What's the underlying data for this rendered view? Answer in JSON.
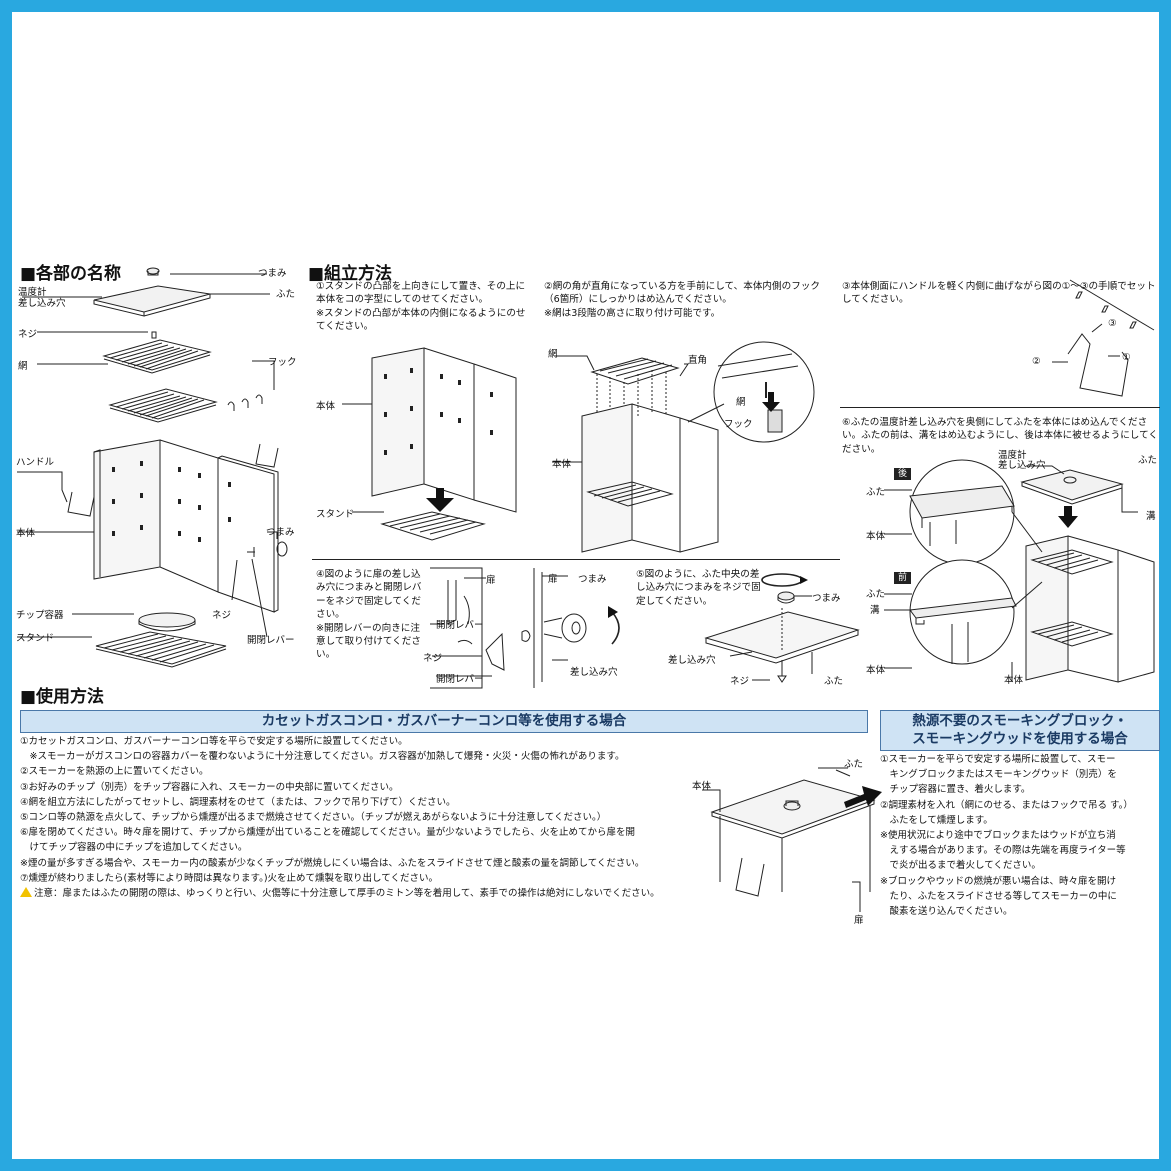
{
  "sections": {
    "parts": "■各部の名称",
    "assembly": "■組立方法",
    "usage": "■使用方法"
  },
  "parts_labels": {
    "knob_top": "つまみ",
    "lid": "ふた",
    "thermo_hole": "温度計\n差し込み穴",
    "screw_top": "ネジ",
    "net": "網",
    "hook": "フック",
    "handle": "ハンドル",
    "body": "本体",
    "knob_side": "つまみ",
    "chip_container": "チップ容器",
    "screw_bottom": "ネジ",
    "lever": "開閉レバー",
    "stand": "スタンド"
  },
  "steps": {
    "s1": "①スタンドの凸部を上向きにして置き、その上に本体をコの字型にしてのせてください。\n※スタンドの凸部が本体の内側になるようにのせてください。",
    "s1_body": "本体",
    "s1_stand": "スタンド",
    "s2": "②網の角が直角になっている方を手前にして、本体内側のフック（6箇所）にしっかりはめ込んでください。\n※網は3段階の高さに取り付け可能です。",
    "s2_net": "網",
    "s2_right_angle": "直角",
    "s2_net_zoom": "網",
    "s2_hook": "フック",
    "s2_body": "本体",
    "s3": "③本体側面にハンドルを軽く内側に曲げながら図の①～③の手順でセットしてください。",
    "s3_n1": "①",
    "s3_n2": "②",
    "s3_n3": "③",
    "s4": "④図のように扉の差し込み穴につまみと開閉レバーをネジで固定してください。\n※開閉レバーの向きに注意して取り付けてください。",
    "s4_door": "扉",
    "s4_lever": "開閉レバー",
    "s4_screw": "ネジ",
    "s4_lever2": "開閉レバー",
    "s4_door2": "扉",
    "s4_knob": "つまみ",
    "s4_hole": "差し込み穴",
    "s5": "⑤図のように、ふた中央の差し込み穴につまみをネジで固定してください。",
    "s5_knob": "つまみ",
    "s5_hole": "差し込み穴",
    "s5_screw": "ネジ",
    "s5_lid": "ふた",
    "s6": "⑥ふたの温度計差し込み穴を奥側にしてふたを本体にはめ込んでください。ふたの前は、溝をはめ込むようにし、後は本体に被せるようにしてください。",
    "s6_thermo": "温度計\n差し込み穴",
    "s6_lid": "ふた",
    "s6_groove": "溝",
    "s6_back": "後",
    "s6_front": "前",
    "s6_lid_back": "ふた",
    "s6_body_back": "本体",
    "s6_lid_front": "ふた",
    "s6_groove_front": "溝",
    "s6_body_front": "本体",
    "s6_body_main": "本体"
  },
  "usage": {
    "banner_left": "カセットガスコンロ・ガスバーナーコンロ等を使用する場合",
    "left_lines": [
      "①カセットガスコンロ、ガスバーナーコンロ等を平らで安定する場所に設置してください。",
      "　※スモーカーがガスコンロの容器カバーを覆わないように十分注意してください。ガス容器が加熱して爆発・火災・火傷の怖れがあります。",
      "②スモーカーを熱源の上に置いてください。",
      "③お好みのチップ（別売）をチップ容器に入れ、スモーカーの中央部に置いてください。",
      "④網を組立方法にしたがってセットし、調理素材をのせて（または、フックで吊り下げて）ください。",
      "⑤コンロ等の熱源を点火して、チップから燻煙が出るまで燃焼させてください。（チップが燃えあがらないように十分注意してください。）",
      "⑥扉を閉めてください。時々扉を開けて、チップから燻煙が出ていることを確認してください。量が少ないようでしたら、火を止めてから扉を開",
      "　けてチップ容器の中にチップを追加してください。",
      "※煙の量が多すぎる場合や、スモーカー内の酸素が少なくチップが燃焼しにくい場合は、ふたをスライドさせて煙と酸素の量を調節してください。",
      "⑦燻煙が終わりましたら(素材等により時間は異なります。)火を止めて燻製を取り出してください。"
    ],
    "caution": "注意：扉またはふたの開閉の際は、ゆっくりと行い、火傷等に十分注意して厚手のミトン等を着用して、素手での操作は絶対にしないでください。",
    "fig_lid": "ふた",
    "fig_body": "本体",
    "fig_door": "扉",
    "banner_right_1": "熱源不要のスモーキングブロック・",
    "banner_right_2": "スモーキングウッドを使用する場合",
    "right_lines": [
      "①スモーカーを平らで安定する場所に設置して、スモー",
      "　キングブロックまたはスモーキングウッド（別売）を",
      "　チップ容器に置き、着火します。",
      "②調理素材を入れ（網にのせる、またはフックで吊る す。）",
      "　ふたをして燻煙します。",
      "※使用状況により途中でブロックまたはウッドが立ち消",
      "　えする場合があります。その際は先端を再度ライター等",
      "　で炎が出るまで着火してください。",
      "※ブロックやウッドの燃焼が悪い場合は、時々扉を開け",
      "　たり、ふたをスライドさせる等してスモーカーの中に",
      "　酸素を送り込んでください。"
    ]
  },
  "colors": {
    "frame": "#29a8e0",
    "banner_bg": "#cfe3f4",
    "banner_border": "#4a78a8",
    "banner_text": "#1a3a63"
  }
}
